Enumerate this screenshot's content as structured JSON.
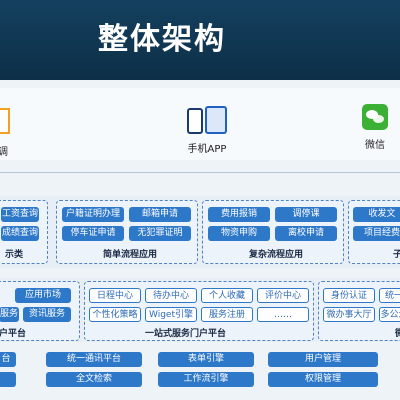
{
  "header": {
    "title": "整体架构"
  },
  "clients": [
    {
      "label": "调",
      "icon": "web-icon"
    },
    {
      "label": "手机APP",
      "icon": "mobile-app-icon"
    },
    {
      "label": "微信",
      "icon": "wechat-icon"
    }
  ],
  "apps": {
    "group1": {
      "label": "示类",
      "chips": [
        "工资查询",
        "成绩查询"
      ]
    },
    "group2": {
      "label": "简单流程应用",
      "chips": [
        "户籍证明办理",
        "邮箱申请",
        "停车证申请",
        "无犯罪证明"
      ]
    },
    "group3": {
      "label": "复杂流程应用",
      "chips": [
        "费用报销",
        "调停课",
        "物资申购",
        "离校申请"
      ]
    },
    "group4": {
      "label": "子",
      "chips": [
        "收发文",
        "项目经费"
      ]
    }
  },
  "portal": {
    "left": {
      "label": "户平台",
      "chips": [
        "应用市场",
        "服务",
        "资讯服务"
      ]
    },
    "center": {
      "label": "一站式服务门户平台",
      "chips": [
        "日程中心",
        "待办中心",
        "个人收藏",
        "评价中心",
        "个性化策略",
        "Wiget引擎",
        "服务注册",
        "……"
      ]
    },
    "right": {
      "label": "微",
      "chips": [
        "身份认证",
        "统一",
        "微办事大厅",
        "多公众"
      ]
    }
  },
  "base": {
    "chips": [
      "台",
      "统一通讯平台",
      "表单引擎",
      "用户管理",
      "全文检索",
      "工作流引擎",
      "权限管理"
    ]
  }
}
